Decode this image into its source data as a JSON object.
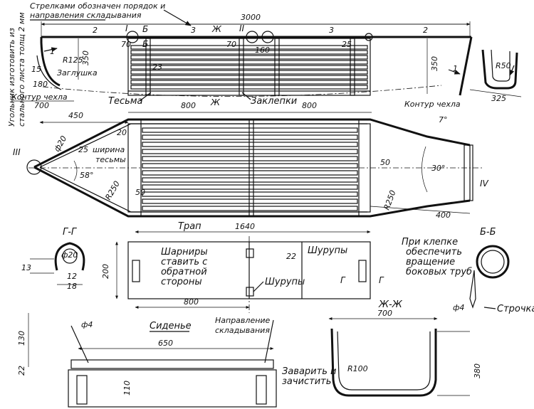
{
  "notes": {
    "arrows_order": "Стрелками обозначен порядок и",
    "arrows_order2": "направления складывания",
    "corner_plate1": "Угольник изготовить из",
    "corner_plate2": "стального листа толщ 2 мм",
    "cover_contour": "Контур чехла",
    "cover_contour_right": "Контур чехла",
    "strap": "Тесьма",
    "rivets": "Заклепки",
    "plug": "Заглушка",
    "strap_width1": "ширина",
    "strap_width2": "тесьмы",
    "ladder": "Трап",
    "hinges1": "Шарниры",
    "hinges2": "ставить с",
    "hinges3": "обратной",
    "hinges4": "стороны",
    "screws1": "Шурупы",
    "screws2": "Шурупы",
    "riveting1": "При клепке",
    "riveting2": "обеспечить",
    "riveting3": "вращение",
    "riveting4": "боковых труб",
    "seat": "Сиденье",
    "fold_dir1": "Направление",
    "fold_dir2": "складывания",
    "weld1": "Заварить и",
    "weld2": "зачистить",
    "stitch": "Строчка"
  },
  "sections": {
    "g": "Г-Г",
    "b": "Б-Б",
    "zh": "Ж-Ж",
    "num_I": "I",
    "num_II": "II",
    "num_III": "III",
    "num_IV": "IV",
    "cut_b": "Б",
    "cut_zh": "Ж",
    "cut_g": "Г"
  },
  "dims": {
    "d3000": "3000",
    "d350a": "350",
    "d350b": "350",
    "d125": "R125",
    "d15": "15",
    "d180": "180",
    "d700": "700",
    "d70a": "70",
    "d70b": "70",
    "d160": "160",
    "d25a": "25",
    "d23": "23",
    "dR50": "R50",
    "d325": "325",
    "d1": "1",
    "d1b": "1",
    "d2a": "2",
    "d2b": "2",
    "d3a": "3",
    "d3b": "3",
    "d450": "450",
    "d800a": "800",
    "d800b": "800",
    "d20": "20",
    "dphi20": "ф20",
    "d25b": "25",
    "d58": "58°",
    "dR250a": "R250",
    "dR250b": "R250",
    "d50a": "50",
    "d50b": "50",
    "d30": "30°",
    "d7": "7°",
    "d400": "400",
    "d1640": "1640",
    "d13": "13",
    "dphi20b": "ф20",
    "d12": "12",
    "d18": "18",
    "d200": "200",
    "d22a": "22",
    "d800c": "800",
    "dphi4a": "ф4",
    "dphi4b": "ф4",
    "d130": "130",
    "d22b": "22",
    "d650": "650",
    "d110": "110",
    "d700b": "700",
    "dR100": "R100",
    "d380": "380"
  }
}
